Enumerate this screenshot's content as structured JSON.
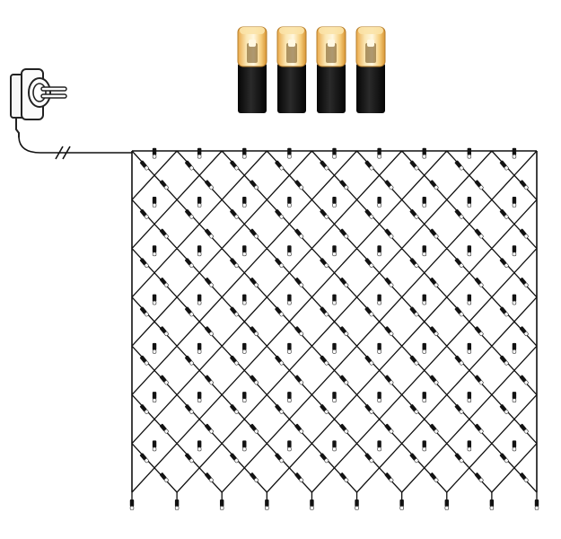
{
  "product": {
    "type": "led-net-light",
    "grid_columns": 9,
    "grid_rows": 7,
    "bulbs_shown_closeup": 4
  },
  "colors": {
    "background": "#ffffff",
    "wire": "#111111",
    "bulb_base": "#121212",
    "bulb_glow_warm": "#f4c46a",
    "bulb_glow_light": "#fff2c8",
    "led_cap": "#ffffff",
    "adapter_body": "#f5f5f5",
    "adapter_outline": "#222222"
  },
  "icons": {
    "plug": "plug-adapter-icon",
    "bulb": "led-bulb-icon",
    "break": "cable-break-icon"
  }
}
